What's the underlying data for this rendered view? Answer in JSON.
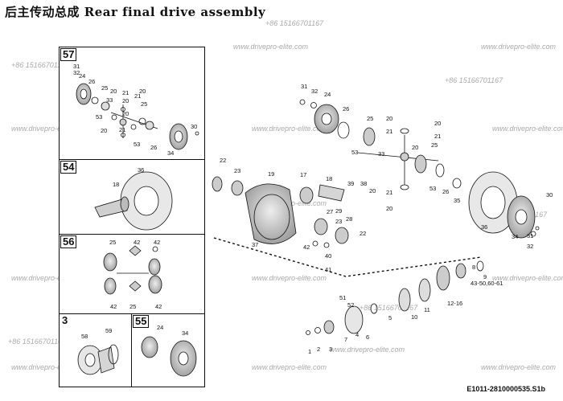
{
  "title": "后主传动总成 Rear final drive assembly",
  "watermarks": {
    "phone": "+86 15166701167",
    "site": "www.drivepro-elite.com"
  },
  "drawing_code": "E1011-2810000535.S1b",
  "panels": {
    "p57": "57",
    "p54": "54",
    "p56": "56",
    "p3": "3",
    "p55": "55"
  },
  "callouts": {
    "p57": [
      "31",
      "32",
      "24",
      "26",
      "25",
      "20",
      "21",
      "33",
      "20",
      "20",
      "53",
      "20",
      "21",
      "20",
      "21",
      "25",
      "53",
      "26",
      "34",
      "30"
    ],
    "p54": [
      "18",
      "36"
    ],
    "p56": [
      "25",
      "42",
      "42",
      "42",
      "25",
      "42"
    ],
    "p3": [
      "58",
      "59"
    ],
    "p55": [
      "24",
      "34"
    ],
    "main_upper": [
      "31",
      "32",
      "24",
      "26",
      "25",
      "20",
      "21",
      "20",
      "53",
      "33",
      "21",
      "25",
      "20",
      "21",
      "20",
      "53",
      "26",
      "35"
    ],
    "main_middle": [
      "22",
      "23",
      "19",
      "17",
      "18",
      "39",
      "38",
      "20",
      "27",
      "28",
      "29",
      "23",
      "22",
      "37",
      "42",
      "40",
      "41",
      "36",
      "34",
      "32",
      "31",
      "30"
    ],
    "main_lower": [
      "51",
      "52",
      "2",
      "1",
      "3",
      "4",
      "7",
      "6",
      "5",
      "10",
      "11",
      "12-16",
      "9",
      "43-50,60-61",
      "8"
    ]
  }
}
